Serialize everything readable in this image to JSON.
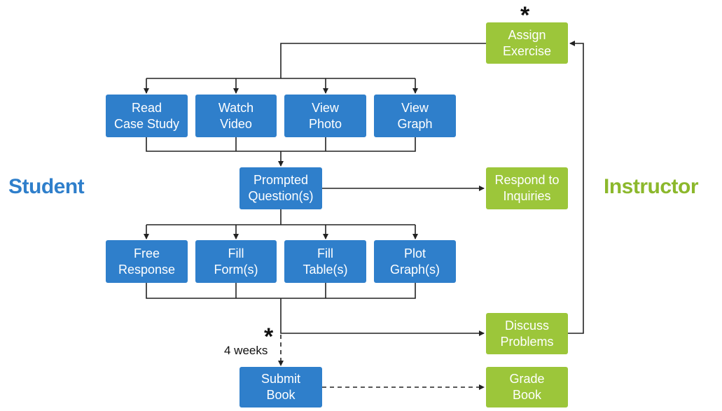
{
  "labels": {
    "student": "Student",
    "instructor": "Instructor",
    "duration": "4 weeks",
    "marker_top": "*",
    "marker_mid": "*"
  },
  "colors": {
    "student_blue": "#2f7fcb",
    "instructor_green": "#9cc63a",
    "line": "#222222"
  },
  "nodes": {
    "assign_exercise": {
      "l1": "Assign",
      "l2": "Exercise"
    },
    "read_case_study": {
      "l1": "Read",
      "l2": "Case Study"
    },
    "watch_video": {
      "l1": "Watch",
      "l2": "Video"
    },
    "view_photo": {
      "l1": "View",
      "l2": "Photo"
    },
    "view_graph": {
      "l1": "View",
      "l2": "Graph"
    },
    "prompted_questions": {
      "l1": "Prompted",
      "l2": "Question(s)"
    },
    "respond_inquiries": {
      "l1": "Respond to",
      "l2": "Inquiries"
    },
    "free_response": {
      "l1": "Free",
      "l2": "Response"
    },
    "fill_forms": {
      "l1": "Fill",
      "l2": "Form(s)"
    },
    "fill_tables": {
      "l1": "Fill",
      "l2": "Table(s)"
    },
    "plot_graphs": {
      "l1": "Plot",
      "l2": "Graph(s)"
    },
    "discuss_problems": {
      "l1": "Discuss",
      "l2": "Problems"
    },
    "submit_book": {
      "l1": "Submit",
      "l2": "Book"
    },
    "grade_book": {
      "l1": "Grade",
      "l2": "Book"
    }
  }
}
